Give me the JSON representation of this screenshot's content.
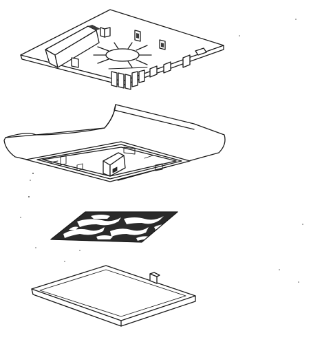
{
  "figure": {
    "kind": "exploded-view-line-drawing",
    "stroke_color": "#1a1a1a",
    "background_color": "#ffffff",
    "layers": [
      {
        "id": "top-plate"
      },
      {
        "id": "housing"
      },
      {
        "id": "filter-media"
      },
      {
        "id": "bottom-cover"
      }
    ]
  }
}
